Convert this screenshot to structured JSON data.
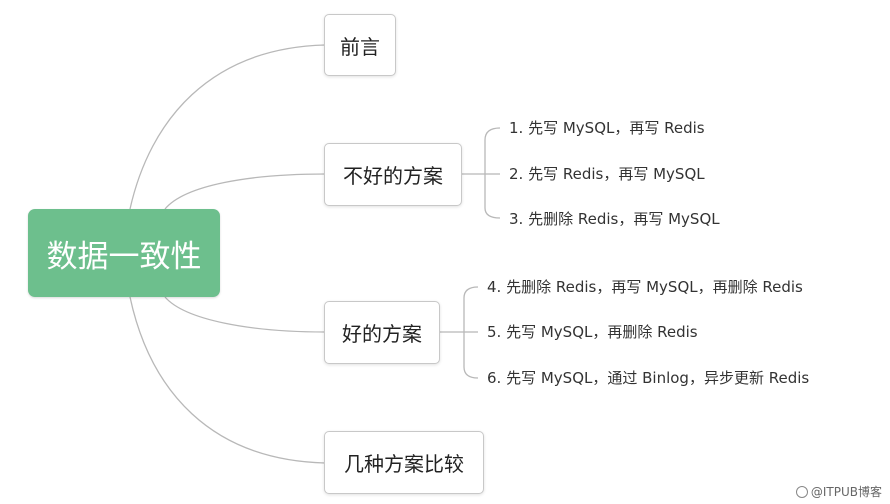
{
  "root": {
    "label": "数据一致性"
  },
  "branches": [
    {
      "label": "前言",
      "leaves": []
    },
    {
      "label": "不好的方案",
      "leaves": [
        "1. 先写 MySQL，再写 Redis",
        "2. 先写 Redis，再写 MySQL",
        "3. 先删除 Redis，再写 MySQL"
      ]
    },
    {
      "label": "好的方案",
      "leaves": [
        "4. 先删除 Redis，再写 MySQL，再删除 Redis",
        "5. 先写 MySQL，再删除 Redis",
        "6. 先写 MySQL，通过 Binlog，异步更新 Redis"
      ]
    },
    {
      "label": "几种方案比较",
      "leaves": []
    }
  ],
  "watermark": "@ITPUB博客",
  "colors": {
    "root_fill": "#6dbf8d",
    "line": "#b8b8b8",
    "node_border": "#c8c8c8"
  }
}
